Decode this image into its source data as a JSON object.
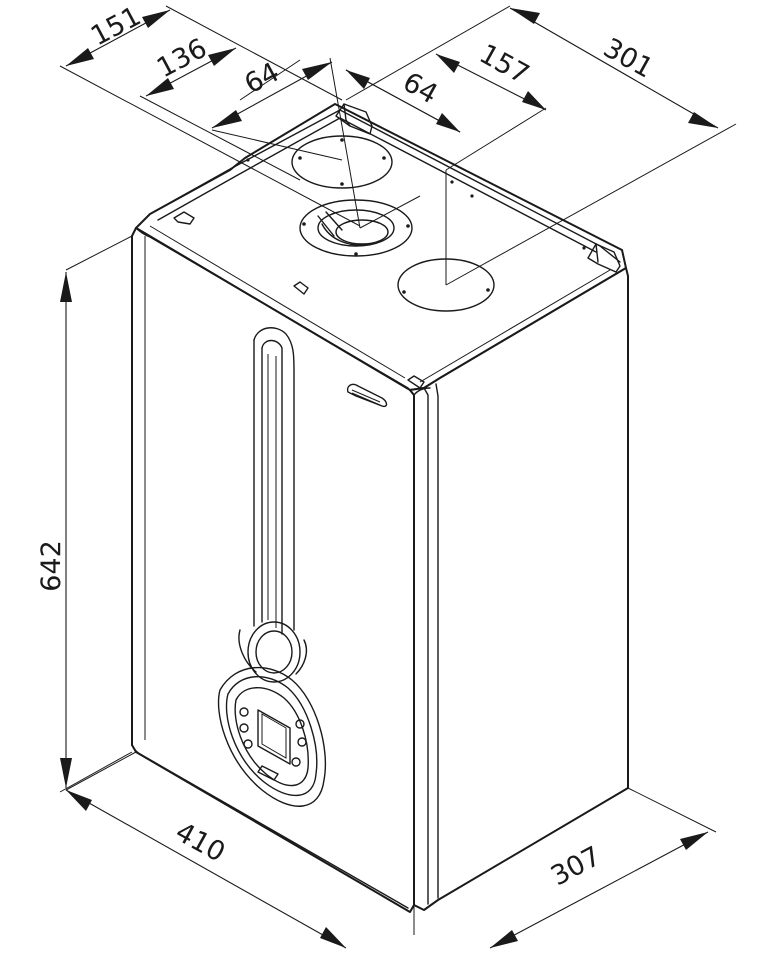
{
  "dimensions": {
    "height": "642",
    "front_width": "410",
    "depth": "307",
    "top_depth_back": "301",
    "offset_151": "151",
    "offset_136": "136",
    "offset_157": "157",
    "spacing_64_left": "64",
    "spacing_64_right": "64"
  }
}
